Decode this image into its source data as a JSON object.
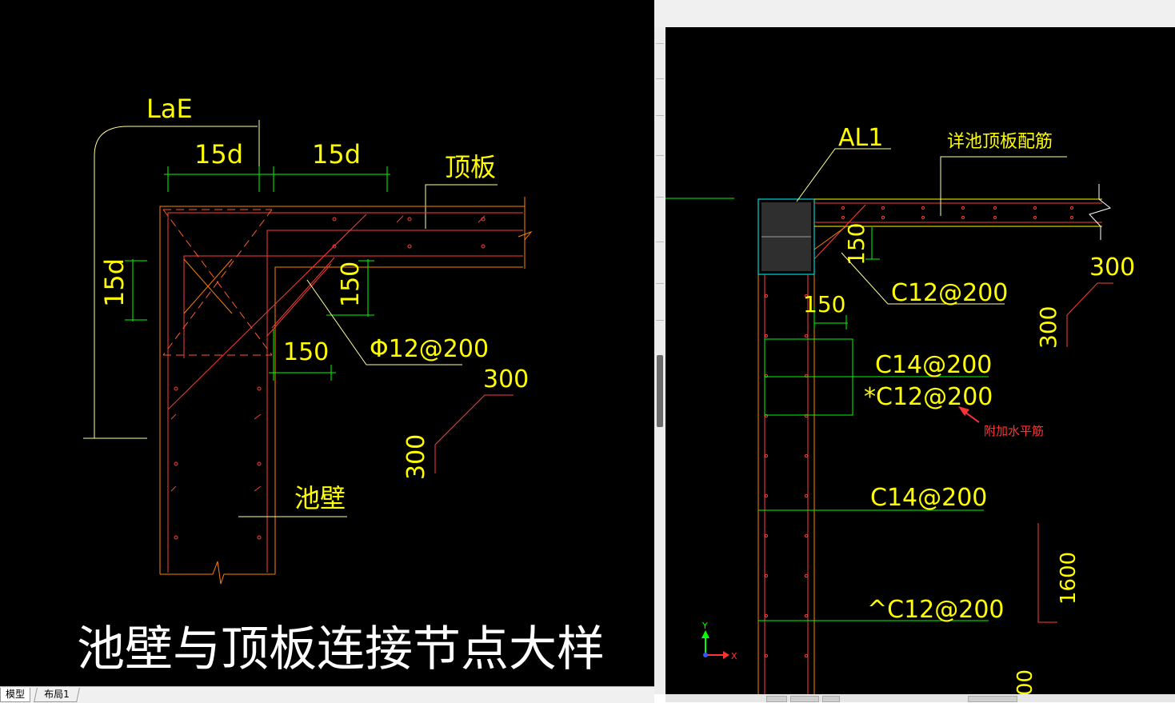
{
  "left_drawing": {
    "dim_lae": "LaE",
    "dim_15d_a": "15d",
    "dim_15d_b": "15d",
    "dim_15d_c": "15d",
    "label_top_slab": "顶板",
    "dim_150_a": "150",
    "dim_150_b": "150",
    "rebar_label": "Φ12@200",
    "dim_300_a": "300",
    "dim_300_b": "300",
    "label_pool_wall": "池壁",
    "title": "池壁与顶板连接节点大样"
  },
  "right_drawing": {
    "label_al1": "AL1",
    "label_slab_rebar": "详池顶板配筋",
    "dim_150_a": "150",
    "dim_150_b": "150",
    "rebar_c12_a": "C12@200",
    "dim_300_a": "300",
    "dim_300_b": "300",
    "rebar_c14_a": "C14@200",
    "rebar_c12_b": "*C12@200",
    "note_extra_bar": "附加水平筋",
    "rebar_c14_b": "C14@200",
    "rebar_c12_c": "^C12@200",
    "dim_1600": "1600",
    "axis_y": "Y",
    "axis_x": "X"
  },
  "tabs": {
    "model": "模型",
    "layout1": "布局1"
  },
  "colors": {
    "background": "#000000",
    "dimension": "#00ff00",
    "text": "#ffff00",
    "wall": "#ff7f00",
    "rebar": "#ff0000",
    "leader": "#ffff99",
    "column_outline": "#00ffff",
    "annotation": "#ff3333"
  }
}
